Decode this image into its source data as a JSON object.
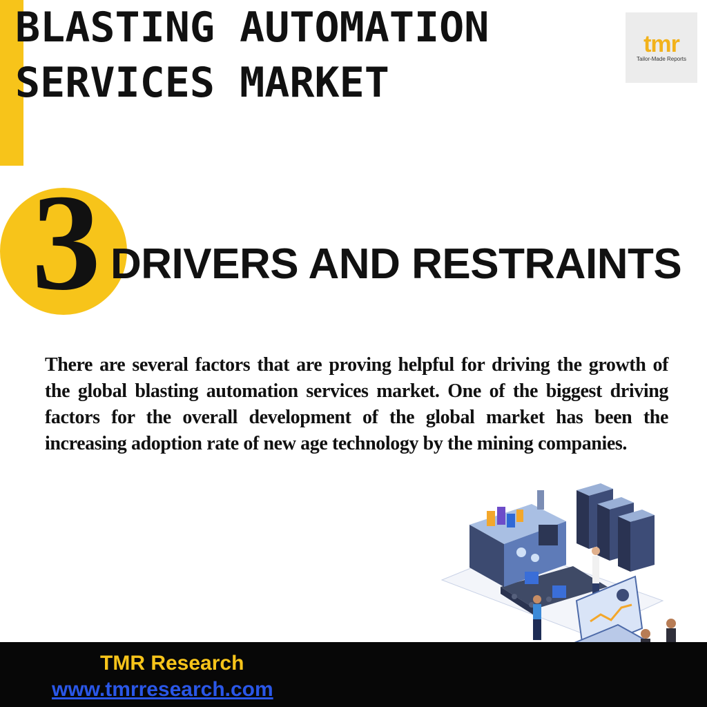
{
  "header": {
    "title_line1": "BLASTING AUTOMATION",
    "title_line2": "SERVICES MARKET"
  },
  "logo": {
    "word": "tmr",
    "tagline": "Tailor-Made Reports"
  },
  "section": {
    "number": "3",
    "heading": "DRIVERS AND RESTRAINTS"
  },
  "body": {
    "paragraph": "There are several factors that are proving helpful for driving the growth of the global blasting automation services market. One of the biggest driving factors for the overall development of the global market has been the increasing adoption rate of new age technology by the mining companies."
  },
  "illustration": {
    "icon": "factory-automation-illustration"
  },
  "footer": {
    "company": "TMR Research",
    "url": "www.tmrresearch.com"
  },
  "colors": {
    "accent": "#f7c41a",
    "text": "#111111",
    "footer_bg": "#070707",
    "link": "#2a57e8"
  }
}
